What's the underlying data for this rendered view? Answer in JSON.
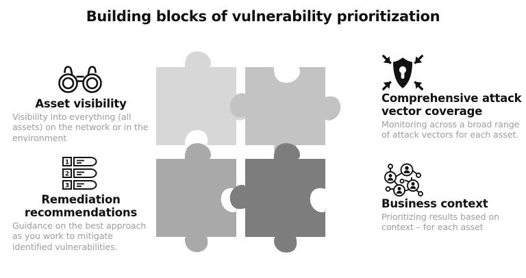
{
  "page": {
    "title": "Building blocks of vulnerability prioritization",
    "background_color": "#ffffff",
    "heading_color": "#111111",
    "body_color": "#9d9d9d"
  },
  "puzzle": {
    "pieces": [
      {
        "position": "top-left",
        "color": "#d7d7d7",
        "label": "puzzle-piece-top-left"
      },
      {
        "position": "top-right",
        "color": "#c3c3c3",
        "label": "puzzle-piece-top-right"
      },
      {
        "position": "bottom-left",
        "color": "#a9a9a9",
        "label": "puzzle-piece-bottom-left"
      },
      {
        "position": "bottom-right",
        "color": "#7d7d7d",
        "label": "puzzle-piece-bottom-right"
      }
    ]
  },
  "blocks": [
    {
      "id": "asset-visibility",
      "side": "left",
      "icon": "binoculars-icon",
      "heading": "Asset visibility",
      "body": "Visibility into everything (all assets) on the network or in the environment"
    },
    {
      "id": "remediation",
      "side": "left",
      "icon": "numbered-list-icon",
      "heading": "Remediation recommendations",
      "body": "Guidance on the best approach as you work to mitigate identified vulnerabilities."
    },
    {
      "id": "attack-vector",
      "side": "right",
      "icon": "shield-lock-arrows-icon",
      "heading": "Comprehensive attack vector coverage",
      "body": "Monitoring across a broad range of attack vectors for each asset."
    },
    {
      "id": "business-context",
      "side": "right",
      "icon": "people-network-icon",
      "heading": "Business context",
      "body": "Prioritizing results based on context – for each asset"
    }
  ]
}
